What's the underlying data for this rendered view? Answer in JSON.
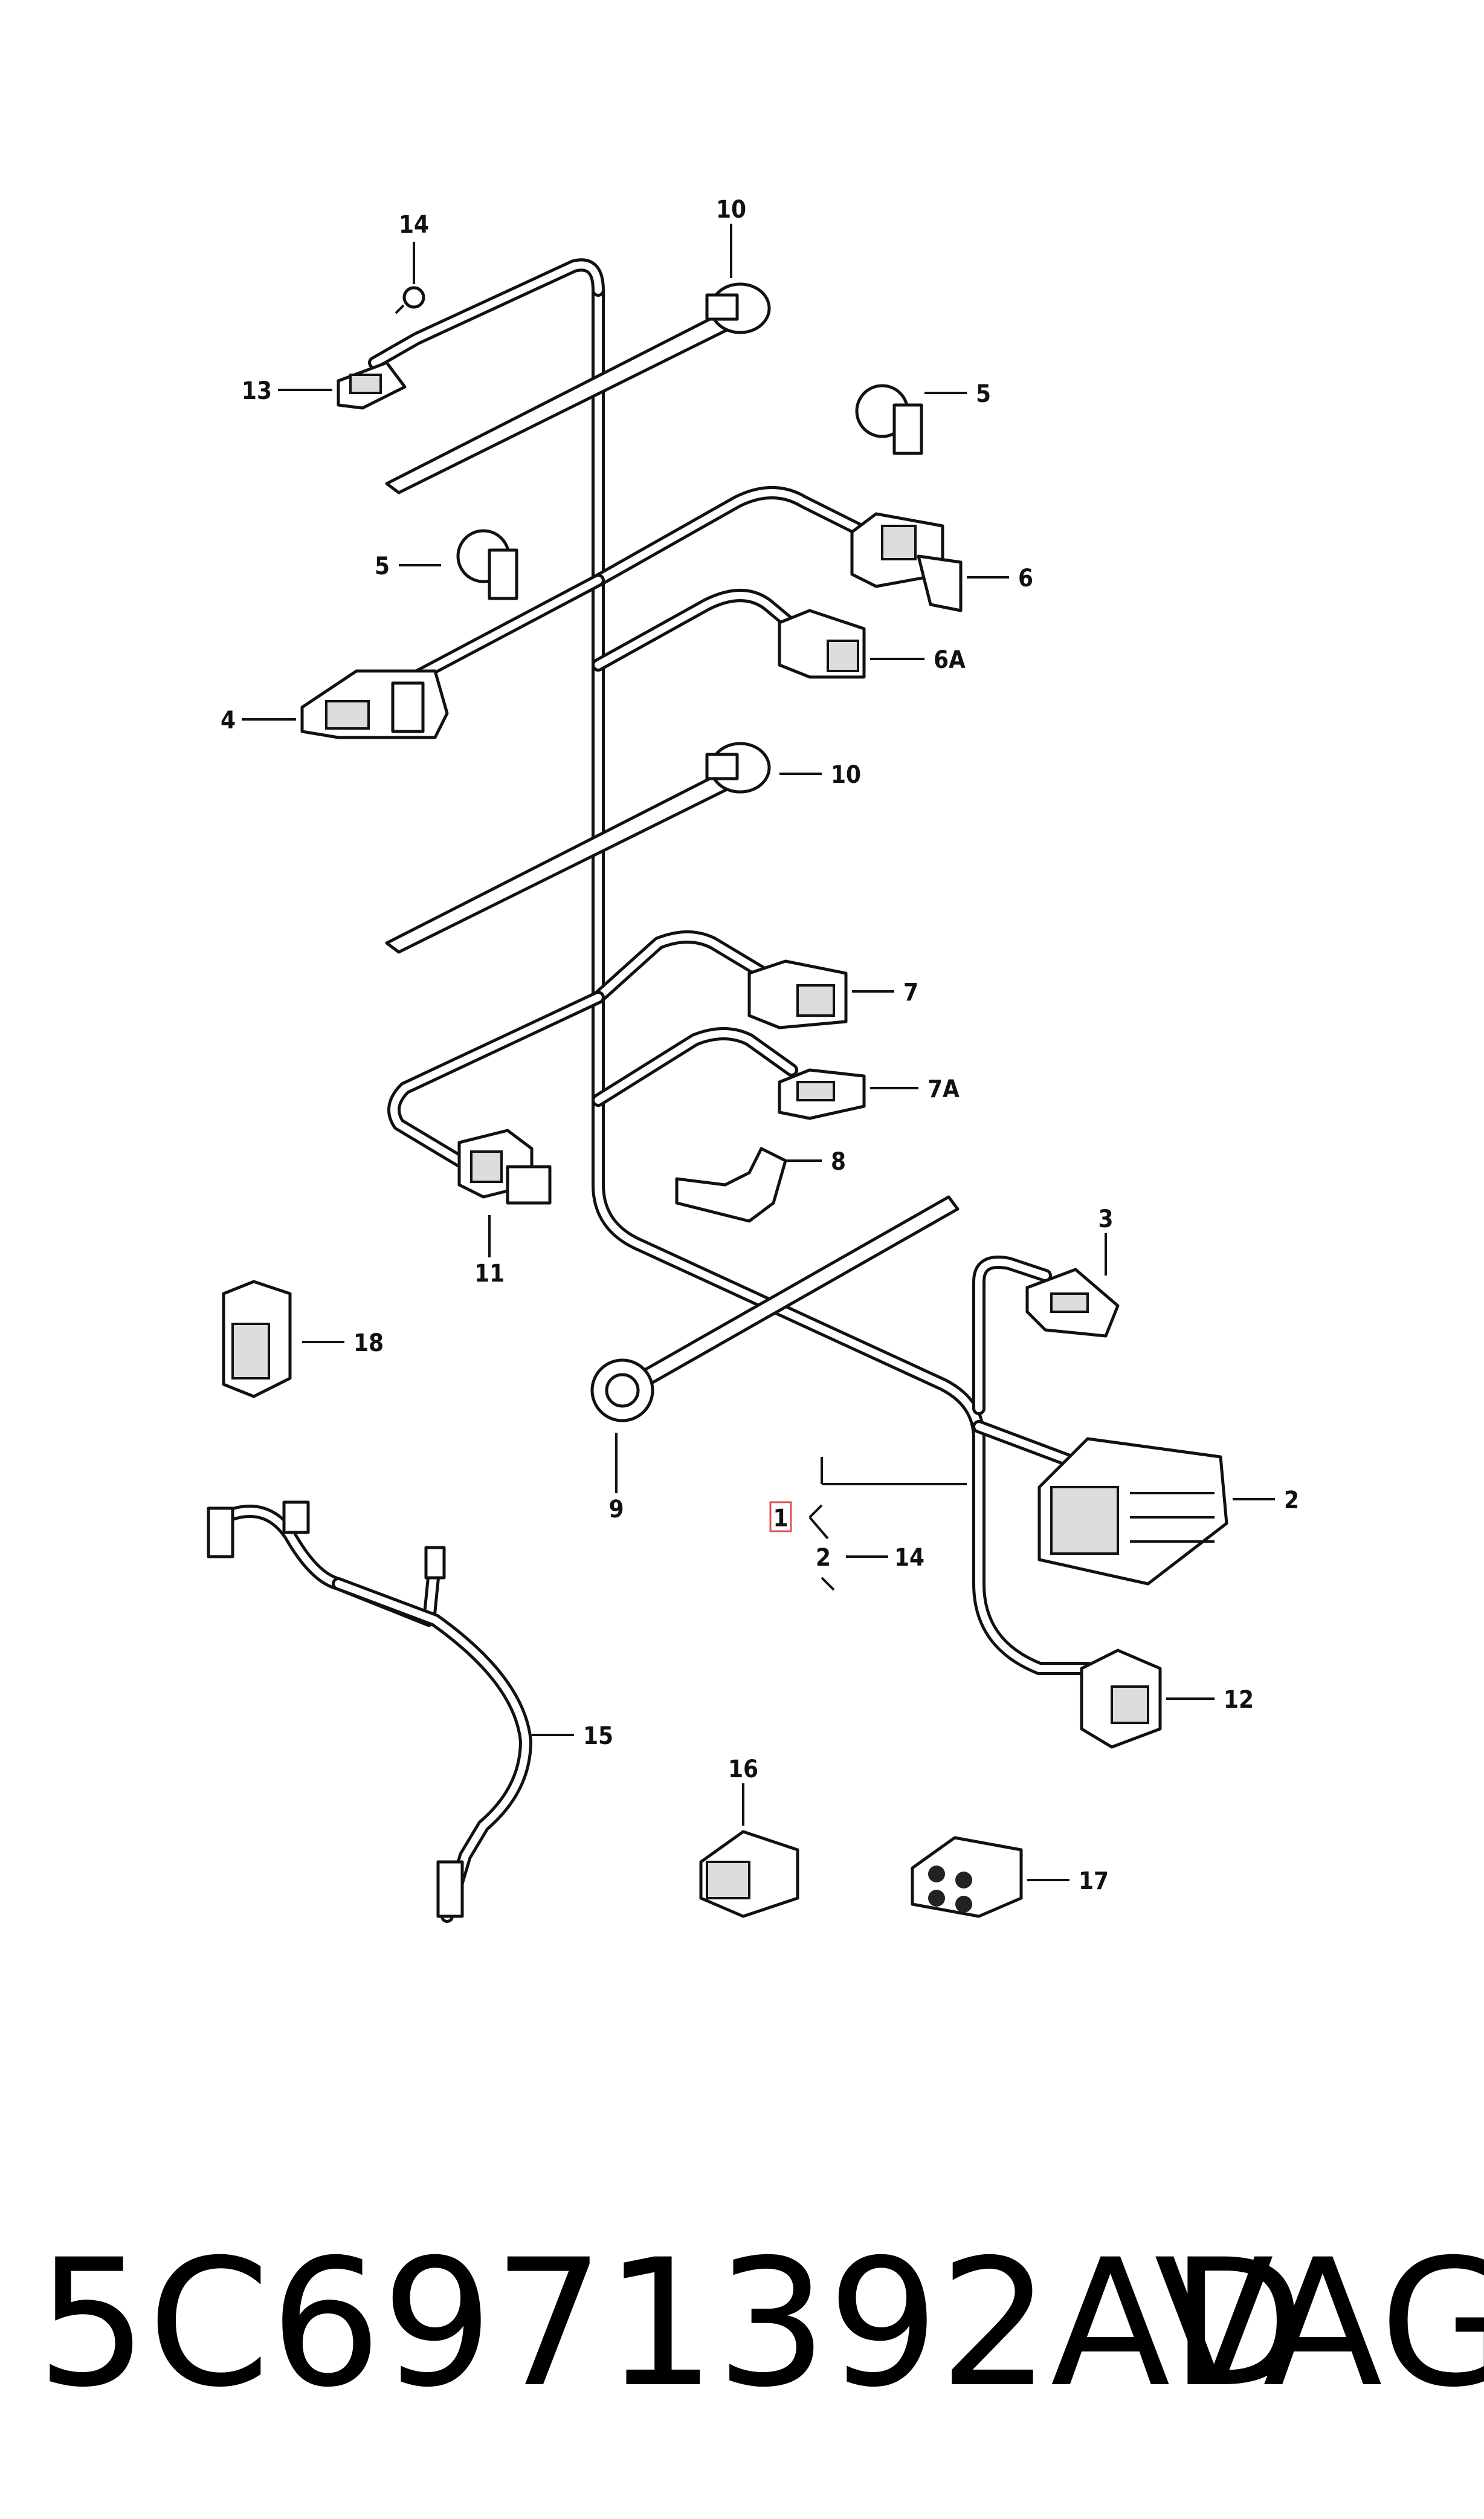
{
  "callouts": {
    "c1": "1",
    "c2a": "2",
    "c2b": "2",
    "c3": "3",
    "c4": "4",
    "c5a": "5",
    "c5b": "5",
    "c6": "6",
    "c6A": "6A",
    "c7": "7",
    "c7A": "7A",
    "c8": "8",
    "c9": "9",
    "c10a": "10",
    "c10b": "10",
    "c11": "11",
    "c12": "12",
    "c13": "13",
    "c14a": "14",
    "c14b": "14",
    "c15": "15",
    "c16": "16",
    "c17": "17",
    "c18": "18"
  },
  "footer": {
    "part_number": "5C6971392AD",
    "brand": "VAG"
  },
  "colors": {
    "ink": "#111111",
    "background": "#ffffff",
    "callout_1_box": "#e05050"
  }
}
